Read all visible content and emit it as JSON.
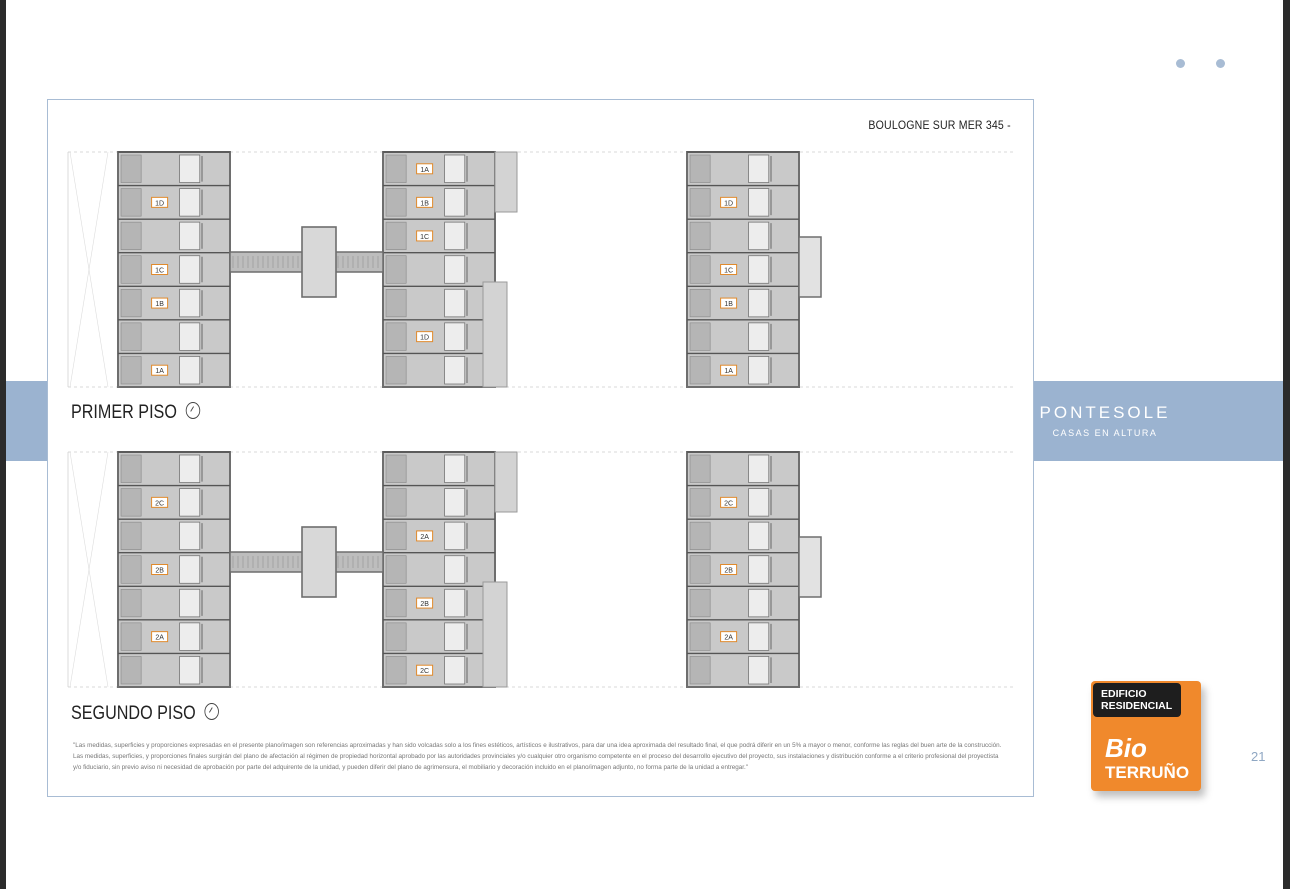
{
  "header": {
    "address": "BOULOGNE SUR MER 345 -"
  },
  "brand": {
    "name": "PONTESOLE",
    "tagline": "CASAS EN ALTURA"
  },
  "floors": [
    {
      "title": "PRIMER PISO",
      "units_left": [
        "1D",
        "1C",
        "1B",
        "1A"
      ],
      "units_mid": [
        "1A",
        "1B",
        "1C",
        "1D"
      ],
      "units_right": [
        "1D",
        "1C",
        "1B",
        "1A"
      ]
    },
    {
      "title": "SEGUNDO PISO",
      "units_left": [
        "2C",
        "2B",
        "2A"
      ],
      "units_mid": [
        "2A",
        "2B",
        "2C"
      ],
      "units_right": [
        "2C",
        "2B",
        "2A"
      ]
    }
  ],
  "legal_text": "\"Las medidas, superficies y proporciones expresadas en el presente plano/imagen son referencias aproximadas y han sido volcadas solo a los fines estéticos, artísticos e ilustrativos, para dar una idea aproximada del resultado final, el que podrá diferir en un 5% a mayor o menor, conforme las reglas del buen arte de la construcción. Las medidas, superficies, y proporciones finales surgirán del plano de afectación al régimen de propiedad horizontal aprobado por las autoridades provinciales y/o cualquier otro organismo competente en el proceso del desarrollo ejecutivo del proyecto, sus instalaciones y distribución conforme a el criterio profesional del proyectista y/o fiduciario, sin previo aviso ni necesidad de aprobación por parte del adquirente de la unidad, y pueden diferir del plano de agrimensura, el mobiliario y decoración incluido en el plano/imagen adjunto, no forma parte de la unidad a entregar.\"",
  "logo": {
    "tag": "EDIFICIO RESIDENCIAL",
    "line1": "Bio",
    "line2": "TERRUÑO"
  },
  "page_number": "21",
  "colors": {
    "accent": "#9bb3d0",
    "logo": "#f0892c",
    "wall": "#6e6e6e",
    "floor": "#c9c9c9"
  }
}
